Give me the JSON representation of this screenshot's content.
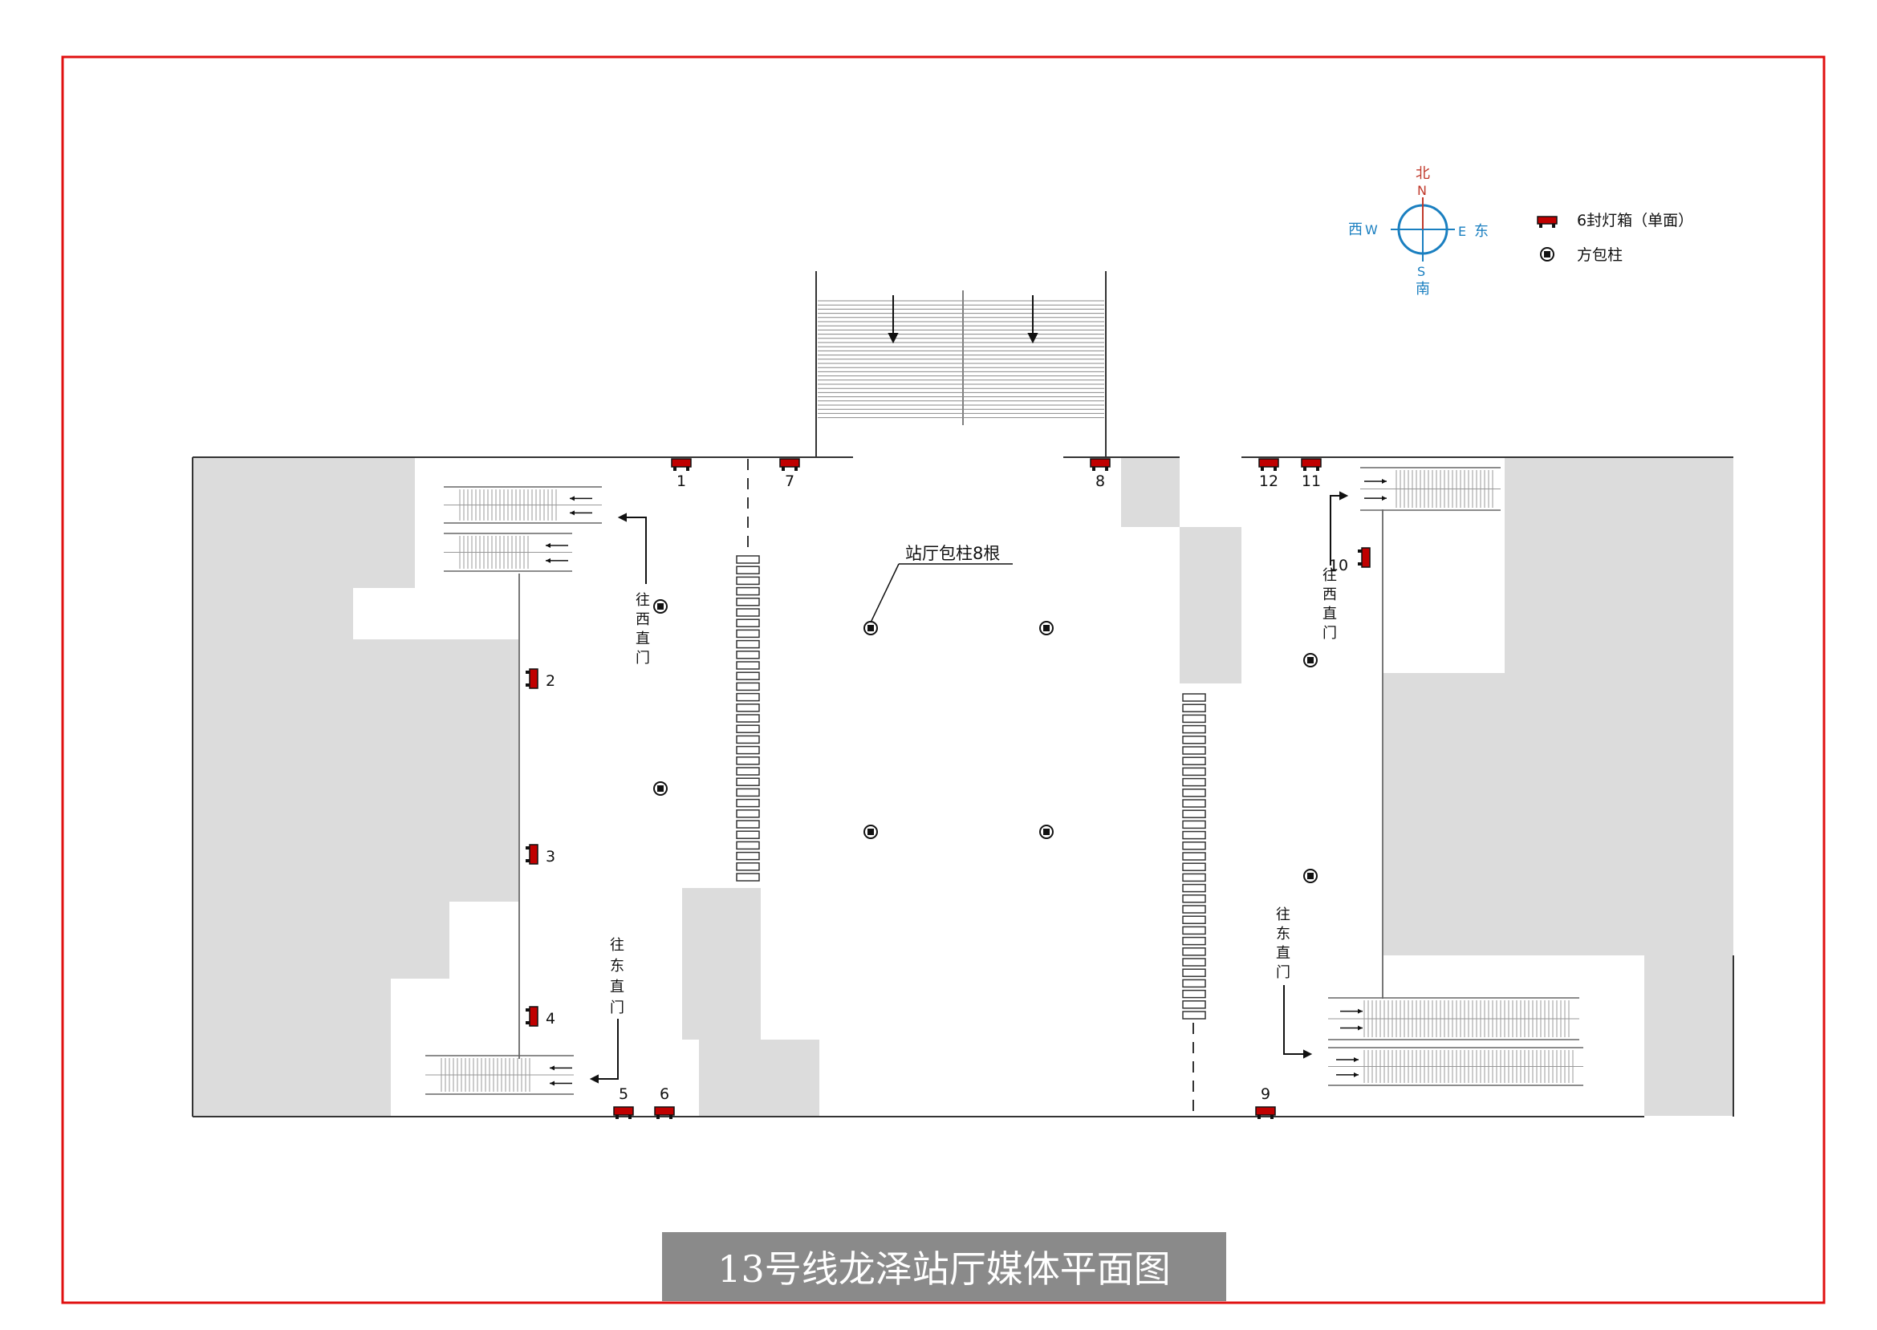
{
  "title": "13号线龙泽站厅媒体平面图",
  "compass": {
    "north_cn": "北",
    "north_en": "N",
    "south_en": "S",
    "south_cn": "南",
    "west_cn": "西",
    "west_en": "W",
    "east_en": "E",
    "east_cn": "东"
  },
  "legend": {
    "lightbox_label": "6封灯箱（单面）",
    "column_label": "方包柱"
  },
  "column_note": "站厅包柱8根",
  "directions": {
    "to_xizhimen": [
      "往",
      "西",
      "直",
      "门"
    ],
    "to_dongzhimen": [
      "往",
      "东",
      "直",
      "门"
    ]
  },
  "lightbox_numbers": [
    "1",
    "2",
    "3",
    "4",
    "5",
    "6",
    "7",
    "8",
    "9",
    "10",
    "11",
    "12"
  ],
  "colors": {
    "frame": "#e01010",
    "lightbox": "#c00000",
    "compass": "#1a7fc0",
    "north": "#c0392b",
    "gray_area": "#dcdcdc",
    "title_bg": "#8a8a8a"
  }
}
